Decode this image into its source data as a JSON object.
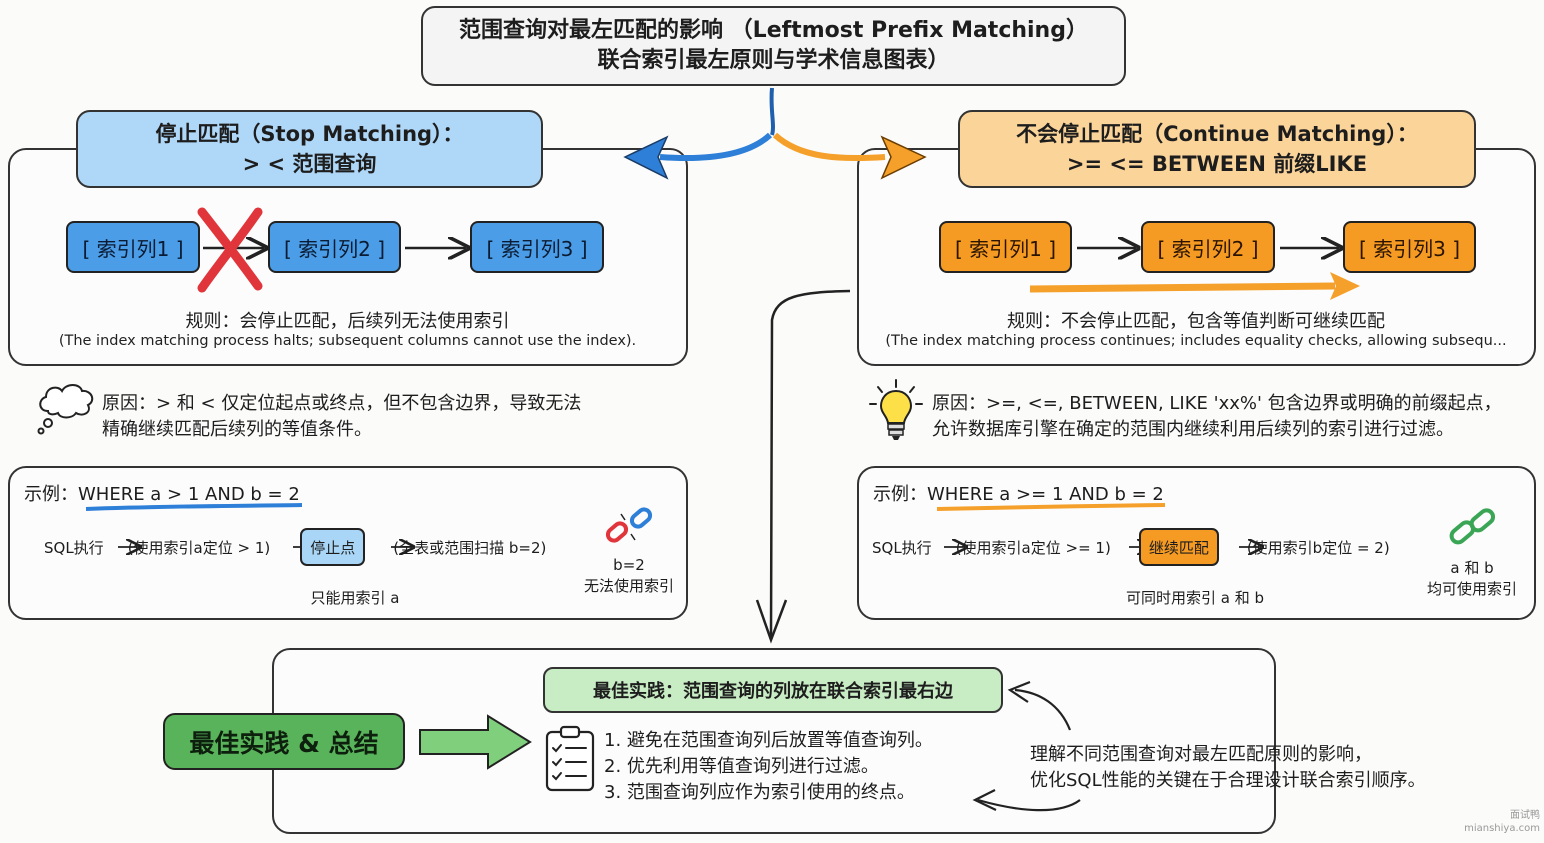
{
  "title": {
    "line1": "范围查询对最左匹配的影响 （Leftmost Prefix Matching）",
    "line2": "联合索引最左原则与学术信息图表）"
  },
  "left": {
    "header_line1": "停止匹配（Stop Matching）：",
    "header_line2": "> < 范围查询",
    "columns": [
      "[ 索引列1 ]",
      "[ 索引列2 ]",
      "[ 索引列3 ]"
    ],
    "rule": "规则：会停止匹配，后续列无法使用索引",
    "rule_en": "(The index matching process halts; subsequent columns cannot use the index).",
    "reason_line1": "原因：> 和 < 仅定位起点或终点，但不包含边界，导致无法",
    "reason_line2": "精确继续匹配后续列的等值条件。",
    "example_label": "示例：",
    "example_sql": "WHERE a > 1 AND b = 2",
    "flow_start": "SQL执行",
    "flow_step1": "(使用索引a定位 > 1)",
    "flow_pill": "停止点",
    "flow_step2": "(全表或范围扫描 b=2)",
    "flow_note": "只能用索引 a",
    "side_line1": "b=2",
    "side_line2": "无法使用索引"
  },
  "right": {
    "header_line1": "不会停止匹配（Continue Matching）：",
    "header_line2": ">= <= BETWEEN  前缀LIKE",
    "columns": [
      "[ 索引列1 ]",
      "[ 索引列2 ]",
      "[ 索引列3 ]"
    ],
    "rule": "规则：不会停止匹配，包含等值判断可继续匹配",
    "rule_en": "(The index matching process continues; includes equality checks, allowing subsequ...",
    "reason_line1": "原因：>=, <=, BETWEEN, LIKE 'xx%' 包含边界或明确的前缀起点，",
    "reason_line2": "允许数据库引擎在确定的范围内继续利用后续列的索引进行过滤。",
    "example_label": "示例：",
    "example_sql": "WHERE a >= 1 AND b = 2",
    "flow_start": "SQL执行",
    "flow_step1": "(使用索引a定位 >= 1)",
    "flow_pill": "继续匹配",
    "flow_step2": "(使用索引b定位 = 2)",
    "flow_note": "可同时用索引 a 和 b",
    "side_line1": "a 和 b",
    "side_line2": "均可使用索引"
  },
  "best": {
    "tag": "最佳实践 & 总结",
    "heading": "最佳实践：范围查询的列放在联合索引最右边",
    "items": [
      "1. 避免在范围查询列后放置等值查询列。",
      "2. 优先利用等值查询列进行过滤。",
      "3. 范围查询列应作为索引使用的终点。"
    ],
    "summary_line1": "理解不同范围查询对最左匹配原则的影响，",
    "summary_line2": "优化SQL性能的关键在于合理设计联合索引顺序。"
  },
  "watermark": {
    "line1": "面试鸭",
    "line2": "mianshiya.com"
  },
  "colors": {
    "blue_header": "#aed7f8",
    "blue_column": "#4a9de6",
    "orange_header": "#fbd49a",
    "orange_column": "#f59a22",
    "green_tag": "#59b35a",
    "green_heading": "#c8ecc4",
    "cross_red": "#e0353a"
  },
  "icons": [
    "thought-cloud-icon",
    "lightbulb-icon",
    "broken-link-icon",
    "chain-link-icon",
    "checklist-clipboard-icon",
    "red-cross-icon"
  ]
}
